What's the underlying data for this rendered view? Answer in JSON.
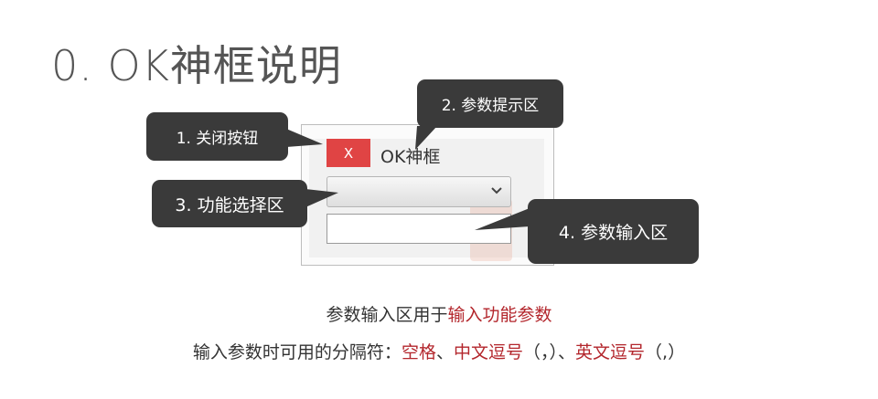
{
  "page_title": "0. OK神框说明",
  "dialog": {
    "close_label": "X",
    "title": "OK神框"
  },
  "callouts": {
    "close_button": "1. 关闭按钮",
    "param_tip": "2. 参数提示区",
    "function_select": "3. 功能选择区",
    "param_input": "4. 参数输入区"
  },
  "description": {
    "line1_prefix": "参数输入区用于",
    "line1_highlight": "输入功能参数",
    "line2_prefix": "输入参数时可用的分隔符：",
    "line2_sep1": "空格",
    "line2_dun1": "、",
    "line2_sep2": "中文逗号",
    "line2_paren1": "（，）",
    "line2_dun2": "、",
    "line2_sep3": "英文逗号",
    "line2_paren2": "（,）"
  },
  "colors": {
    "close_button": "#e04444",
    "callout_bg": "#3a3a3a",
    "highlight": "#b3262c"
  }
}
